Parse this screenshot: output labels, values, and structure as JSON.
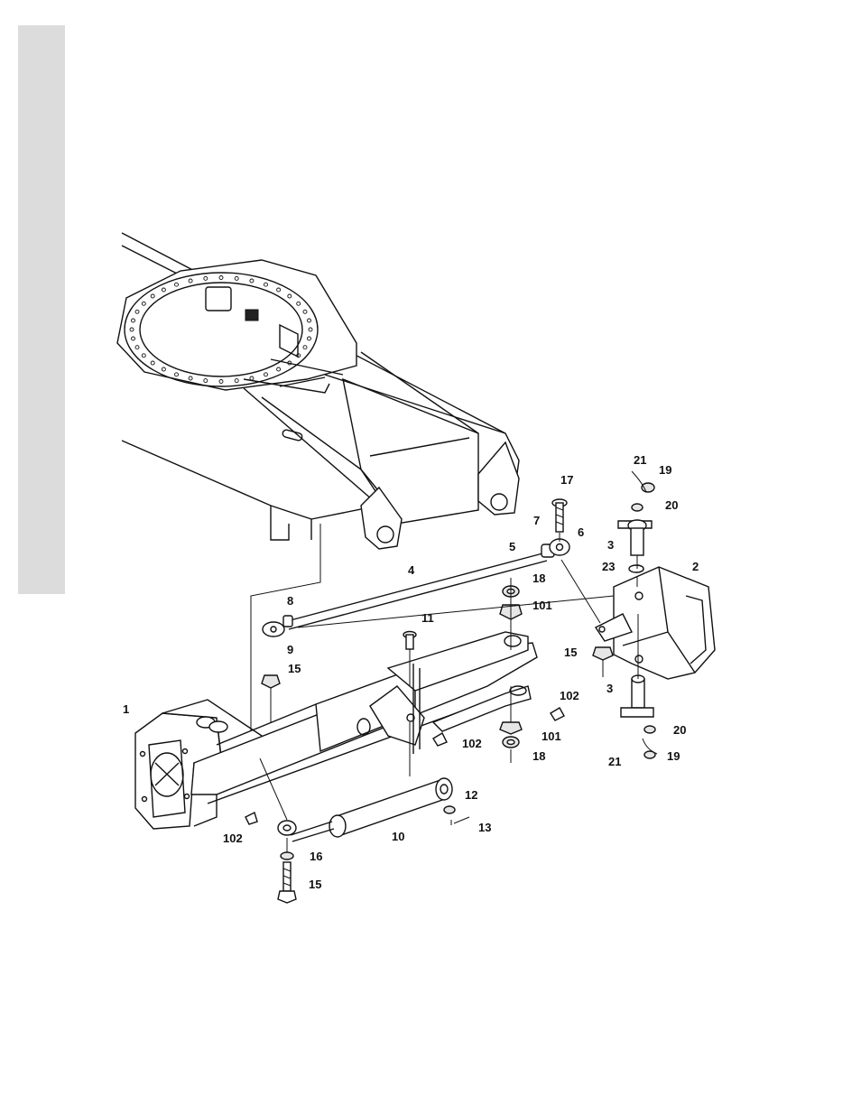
{
  "diagram": {
    "callouts": [
      "1",
      "2",
      "3",
      "3",
      "4",
      "5",
      "6",
      "7",
      "8",
      "9",
      "10",
      "11",
      "12",
      "13",
      "15",
      "15",
      "15",
      "16",
      "17",
      "18",
      "18",
      "19",
      "19",
      "20",
      "20",
      "21",
      "21",
      "23",
      "101",
      "101",
      "102",
      "102",
      "102"
    ]
  }
}
